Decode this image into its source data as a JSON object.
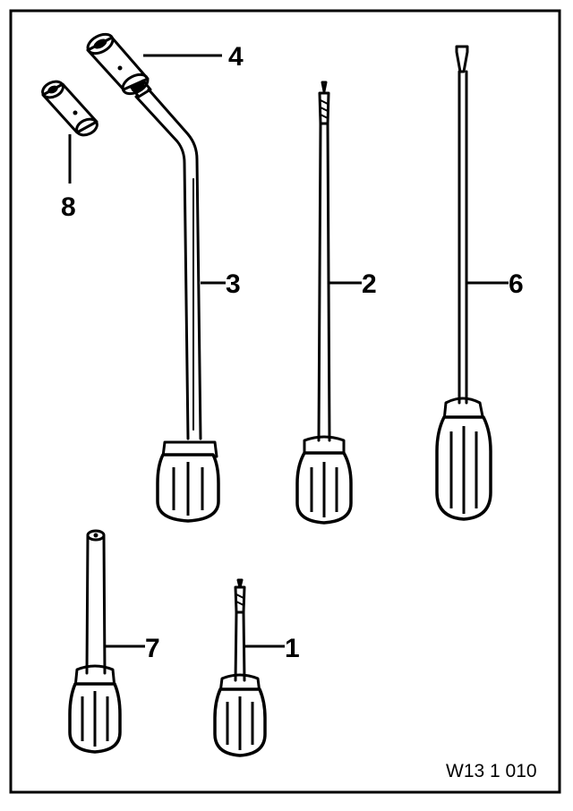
{
  "figure": {
    "id_label": "W13 1 010",
    "callouts": [
      "1",
      "2",
      "3",
      "4",
      "6",
      "7",
      "8"
    ]
  }
}
